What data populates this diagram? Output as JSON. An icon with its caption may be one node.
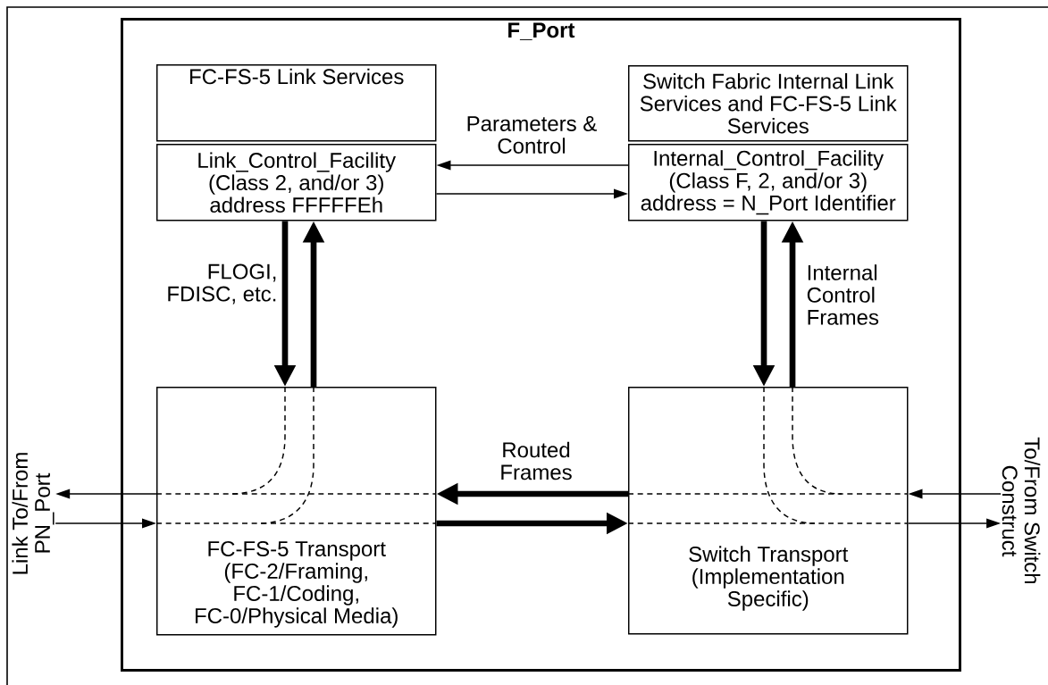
{
  "diagram": {
    "nodes": [
      {
        "text": [
          "F_Port"
        ]
      },
      {
        "text": [
          "FC-FS-5 Link Services"
        ],
        "in": 0
      },
      {
        "text": [
          "Link_Control_Facility (Class 2, and/or 3) address FFFFFEh"
        ],
        "in": 0
      },
      {
        "text": [
          "Switch Fabric Internal Link Services and FC-FS-5 Link Services"
        ],
        "in": 0
      },
      {
        "text": [
          "Internal_Control_Facility (Class F, 2, and/or 3) address = N_Port Identifier"
        ],
        "in": 0
      },
      {
        "text": [
          "FC-FS-5 Transport (FC-2/Framing, FC-1/Coding, FC-0/Physical Media)"
        ],
        "in": 0
      },
      {
        "text": [
          "Switch Transport (Implementation Specific)"
        ],
        "in": 0
      },
      {
        "text": [
          "Link To/From PN_Port"
        ]
      },
      {
        "text": [
          "To/From Switch Construct"
        ]
      }
    ],
    "edges": [
      {
        "from": 4,
        "to": 2,
        "arrow": "to",
        "label": "Parameters & Control"
      },
      {
        "from": 2,
        "to": 4,
        "arrow": "to"
      },
      {
        "from": 2,
        "to": 5,
        "arrow": "to",
        "style": "thick",
        "label": "FLOGI, FDISC, etc."
      },
      {
        "from": 5,
        "to": 2,
        "arrow": "to",
        "style": "thick"
      },
      {
        "from": 4,
        "to": 6,
        "arrow": "to",
        "style": "thick"
      },
      {
        "from": 6,
        "to": 4,
        "arrow": "to",
        "style": "thick",
        "label": "Internal Control Frames"
      },
      {
        "from": 6,
        "to": 5,
        "arrow": "to",
        "style": "thick",
        "label": "Routed Frames"
      },
      {
        "from": 5,
        "to": 6,
        "arrow": "to",
        "style": "thick"
      },
      {
        "from": 5,
        "to": 7,
        "arrow": "to"
      },
      {
        "from": 7,
        "to": 5,
        "arrow": "to"
      },
      {
        "from": 8,
        "to": 6,
        "arrow": "to"
      },
      {
        "from": 6,
        "to": 8,
        "arrow": "to"
      }
    ]
  }
}
